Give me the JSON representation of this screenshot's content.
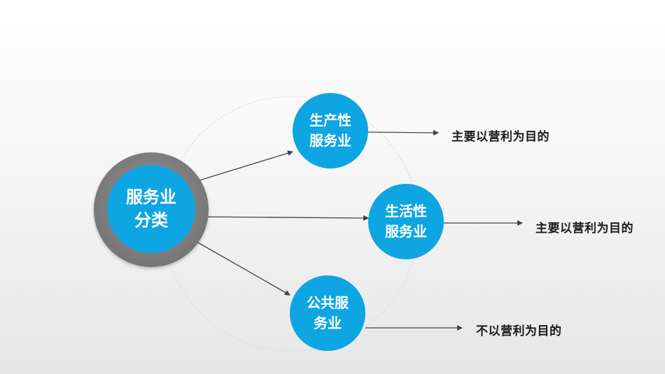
{
  "hub": {
    "line1": "服务业",
    "line2": "分类"
  },
  "categories": [
    {
      "line1": "生产性",
      "line2": "服务业",
      "goal": "主要以营利为目的"
    },
    {
      "line1": "生活性",
      "line2": "服务业",
      "goal": "主要以营利为目的"
    },
    {
      "line1": "公共服",
      "line2": "务业",
      "goal": "不以营利为目的"
    }
  ],
  "colors": {
    "node_fill": "#0ea5e3",
    "hub_ring": "#7d7d7d",
    "connector": "#3d4152",
    "label_text": "#1a1a1a"
  }
}
